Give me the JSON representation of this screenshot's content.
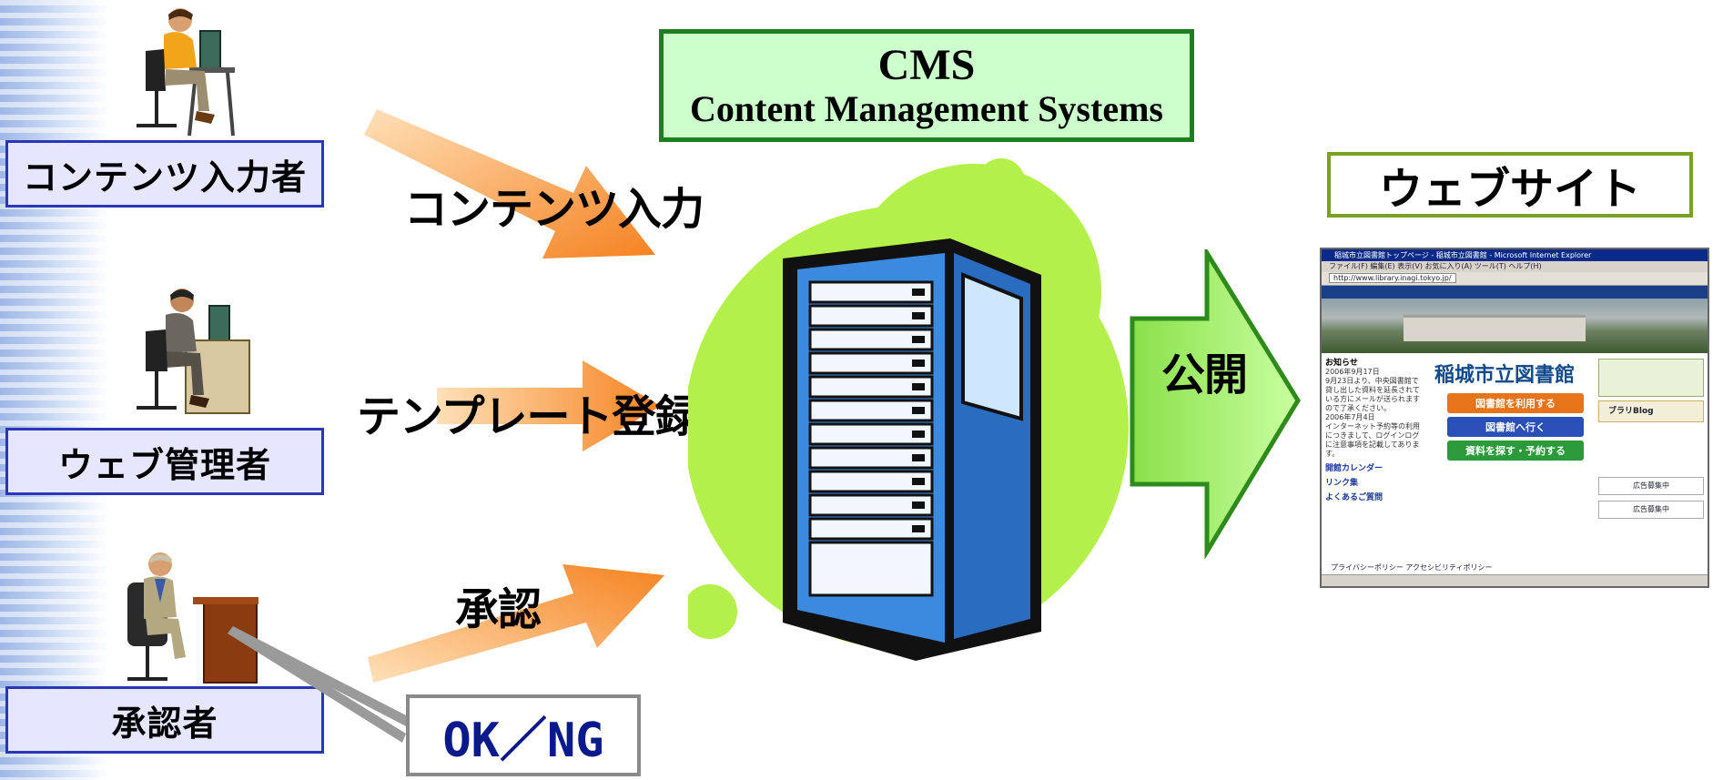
{
  "roles": {
    "content_entry": "コンテンツ入力者",
    "web_admin": "ウェブ管理者",
    "approver": "承認者"
  },
  "actions": {
    "content_input": "コンテンツ入力",
    "template_register": "テンプレート登録",
    "approve": "承認",
    "publish": "公開"
  },
  "cms": {
    "title": "CMS",
    "subtitle": "Content Management Systems"
  },
  "website": {
    "label": "ウェブサイト"
  },
  "decision": {
    "label": "OK／NG"
  },
  "browser": {
    "window_title": "稲城市立図書館トップページ - 稲城市立図書館 - Microsoft Internet Explorer",
    "menu": "ファイル(F)  編集(E)  表示(V)  お気に入り(A)  ツール(T)  ヘルプ(H)",
    "address": "http://www.library.inagi.tokyo.jp/",
    "site_name": "稲城市立図書館",
    "news_heading": "お知らせ",
    "news_lines": [
      "2006年9月17日",
      "9月23日より、中央図書館で貸し出した資料を延長されている方にメールが送られますので了承ください。",
      "2006年7月4日",
      "インターネット予約等の利用につきまして、ログインログに注意事項を記載してあります。"
    ],
    "calendar": "開館カレンダー",
    "links": "リンク集",
    "faq": "よくあるご質問",
    "buttons": [
      "図書館を利用する",
      "図書館へ行く",
      "資料を探す・予約する"
    ],
    "side_blog": "ブラリBlog",
    "side_ad_1": "広告募集中",
    "side_ad_2": "広告募集中",
    "footer": "プライバシーポリシー   アクセシビリティポリシー"
  },
  "colors": {
    "role_fill": "#e6e6ff",
    "role_border": "#2a36b8",
    "cms_fill": "#ccffcc",
    "cms_border": "#1d7f1d",
    "blob": "#b3f04a",
    "arrow_orange": "#f7943a",
    "publish_arrow": "#b8f57a",
    "server_blue": "#3c8ae0"
  }
}
